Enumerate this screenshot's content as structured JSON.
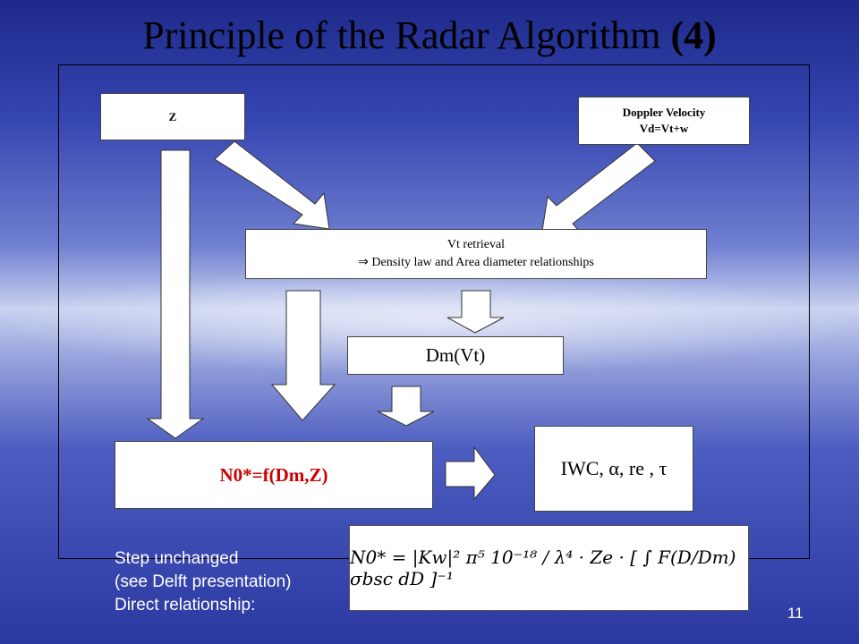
{
  "slide": {
    "title_main": "Principle of the Radar Algorithm ",
    "title_bold": "(4)",
    "page_number": "11"
  },
  "boxes": {
    "z": "Z",
    "doppler_line1": "Doppler Velocity",
    "doppler_line2": "Vd=Vt+w",
    "vt_line1": "Vt retrieval",
    "vt_line2": "⇒ Density law and Area diameter relationships",
    "dm": "Dm(Vt)",
    "n0": "N0*=f(Dm,Z)",
    "iwc": "IWC, α, re , τ"
  },
  "note": {
    "line1": "Step unchanged",
    "line2": "(see Delft presentation)",
    "line3": "Direct relationship:"
  },
  "formula": "N0* = |Kw|² π⁵ 10⁻¹⁸ / λ⁴ · Ze · [ ∫ F(D/Dm) σbsc dD ]⁻¹"
}
